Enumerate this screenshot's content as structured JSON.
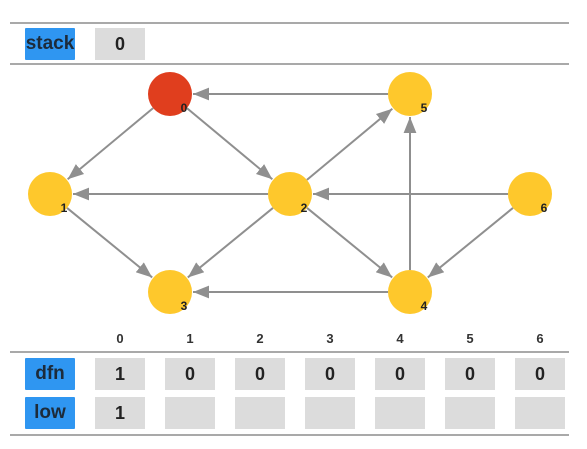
{
  "stack": {
    "label": "stack",
    "items": [
      "0"
    ]
  },
  "graph": {
    "nodes": [
      {
        "id": "0",
        "color": "#e03e1e"
      },
      {
        "id": "1",
        "color": "#fec82c"
      },
      {
        "id": "2",
        "color": "#fec82c"
      },
      {
        "id": "3",
        "color": "#fec82c"
      },
      {
        "id": "4",
        "color": "#fec82c"
      },
      {
        "id": "5",
        "color": "#fec82c"
      },
      {
        "id": "6",
        "color": "#fec82c"
      }
    ],
    "edges": [
      [
        "0",
        "1"
      ],
      [
        "0",
        "2"
      ],
      [
        "1",
        "3"
      ],
      [
        "2",
        "1"
      ],
      [
        "2",
        "3"
      ],
      [
        "2",
        "4"
      ],
      [
        "2",
        "5"
      ],
      [
        "4",
        "3"
      ],
      [
        "4",
        "5"
      ],
      [
        "5",
        "0"
      ],
      [
        "6",
        "2"
      ],
      [
        "6",
        "4"
      ]
    ]
  },
  "table": {
    "indices": [
      "0",
      "1",
      "2",
      "3",
      "4",
      "5",
      "6"
    ],
    "dfn": {
      "label": "dfn",
      "values": [
        "1",
        "0",
        "0",
        "0",
        "0",
        "0",
        "0"
      ]
    },
    "low": {
      "label": "low",
      "values": [
        "1",
        "",
        "",
        "",
        "",
        "",
        ""
      ]
    }
  }
}
